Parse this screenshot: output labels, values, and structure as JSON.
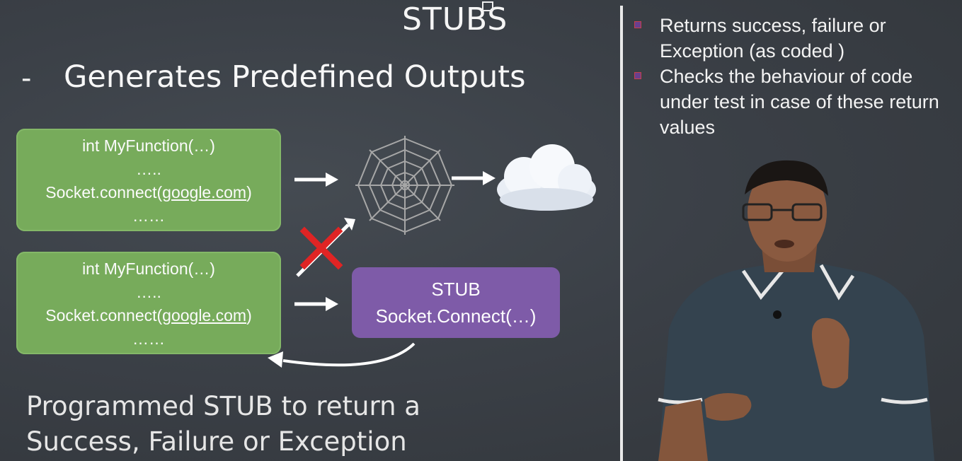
{
  "slide": {
    "title": "STUBS",
    "headline_dash": "-",
    "headline": "Generates Predefined Outputs",
    "caption_line1": "Programmed STUB to return a",
    "caption_line2": "Success, Failure or Exception"
  },
  "diagram": {
    "code_box_top": {
      "line1": "int  MyFunction(…)",
      "line2": "…..",
      "line3_prefix": "Socket.connect(",
      "line3_link": "google.com",
      "line3_suffix": ")",
      "line4": "……"
    },
    "code_box_bottom": {
      "line1": "int  MyFunction(…)",
      "line2": "…..",
      "line3_prefix": "Socket.connect(",
      "line3_link": "google.com",
      "line3_suffix": ")",
      "line4": "……"
    },
    "stub_box": {
      "label": "STUB",
      "call": "Socket.Connect(…)"
    },
    "icons": [
      "spider-web-icon",
      "cloud-icon",
      "red-cross-icon",
      "arrow-right-icon",
      "curved-return-arrow-icon"
    ],
    "colors": {
      "code_box_green": "#77ab5b",
      "stub_box_purple": "#7e5ba8",
      "cross_red": "#e02424",
      "chalkboard": "#3b4047"
    }
  },
  "notes": {
    "bullets": [
      {
        "text": "Returns success, failure or\nException (as coded )"
      },
      {
        "text": "Checks the behaviour of code\nunder test in case of these return\nvalues"
      }
    ]
  }
}
